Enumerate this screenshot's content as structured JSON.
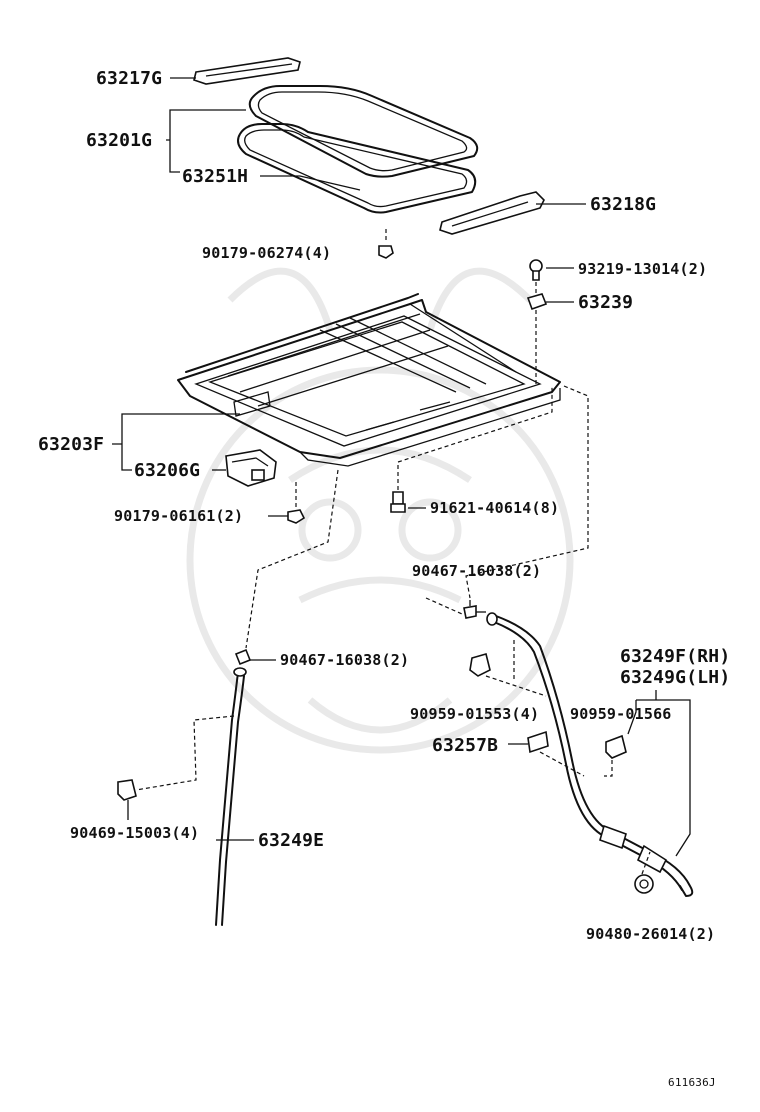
{
  "callouts": [
    {
      "key": "c63217g",
      "text": "63217G"
    },
    {
      "key": "c63201g",
      "text": "63201G"
    },
    {
      "key": "c63251h",
      "text": "63251H"
    },
    {
      "key": "c63218g",
      "text": "63218G"
    },
    {
      "key": "c9017906274",
      "text": "90179-06274(4)"
    },
    {
      "key": "c9321913014",
      "text": "93219-13014(2)"
    },
    {
      "key": "c63239",
      "text": "63239"
    },
    {
      "key": "c63203f",
      "text": "63203F"
    },
    {
      "key": "c63206g",
      "text": "63206G"
    },
    {
      "key": "c9017906161",
      "text": "90179-06161(2)"
    },
    {
      "key": "c9162140614",
      "text": "91621-40614(8)"
    },
    {
      "key": "c9046716038a",
      "text": "90467-16038(2)"
    },
    {
      "key": "c9046716038b",
      "text": "90467-16038(2)"
    },
    {
      "key": "c63249f",
      "text": "63249F(RH)"
    },
    {
      "key": "c63249g",
      "text": "63249G(LH)"
    },
    {
      "key": "c9095901553",
      "text": "90959-01553(4)"
    },
    {
      "key": "c9095901566",
      "text": "90959-01566"
    },
    {
      "key": "c63257b",
      "text": "63257B"
    },
    {
      "key": "c9046915003",
      "text": "90469-15003(4)"
    },
    {
      "key": "c63249e",
      "text": "63249E"
    },
    {
      "key": "c9048026014",
      "text": "90480-26014(2)"
    }
  ],
  "figure_id": "611636J"
}
